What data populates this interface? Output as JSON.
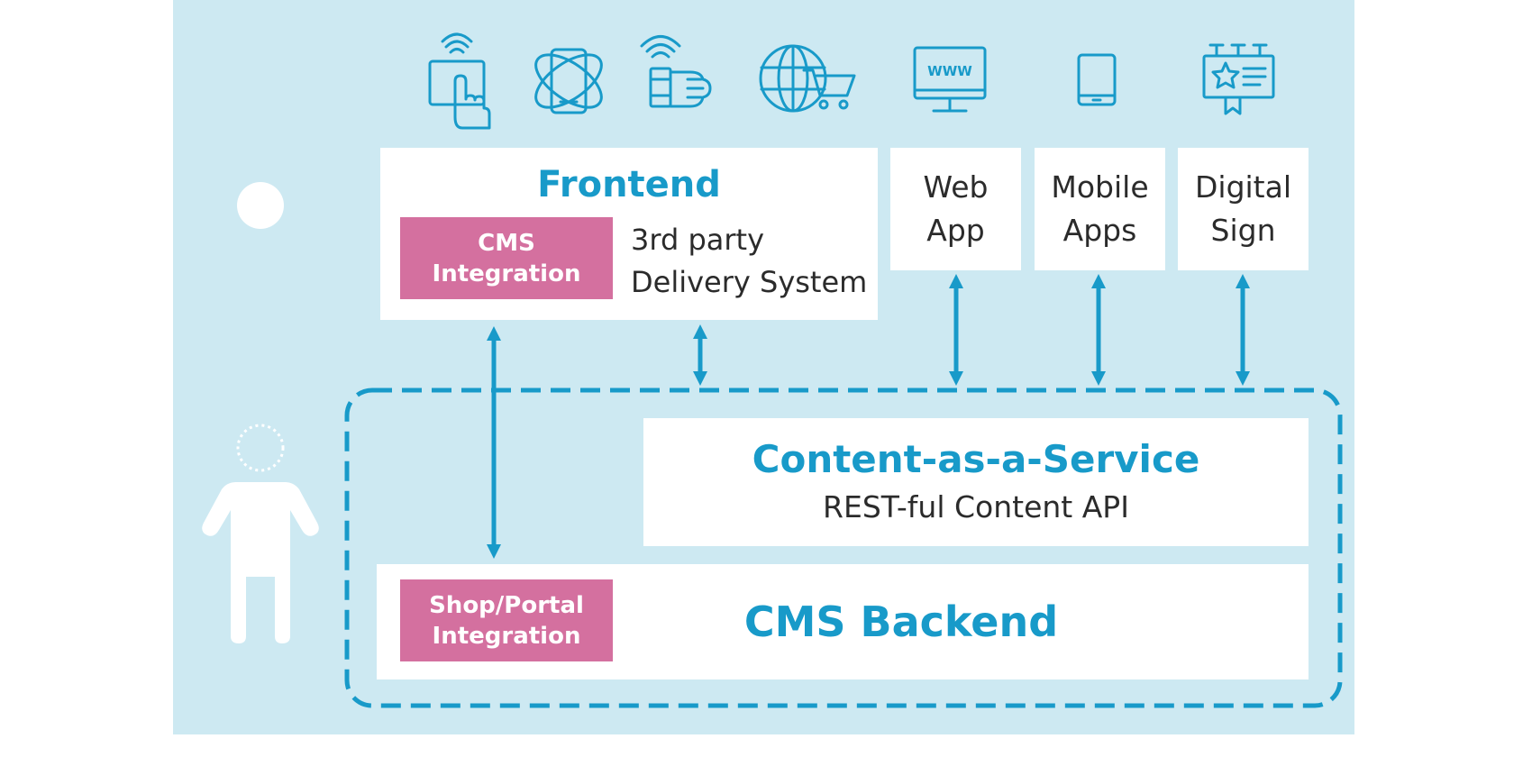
{
  "colors": {
    "background": "#cde9f2",
    "accent": "#189ac9",
    "pink": "#d4709f",
    "box": "#ffffff",
    "text": "#2b2b2b"
  },
  "icons": [
    "touchscreen-wifi-icon",
    "mobile-orbit-icon",
    "smartwatch-wifi-icon",
    "globe-cart-icon",
    "web-monitor-icon",
    "tablet-icon",
    "billboard-icon"
  ],
  "monitor_label": "WWW",
  "frontend": {
    "title": "Frontend",
    "cms_integration": [
      "CMS",
      "Integration"
    ],
    "third_party": [
      "3rd party",
      "Delivery System"
    ]
  },
  "channels": [
    {
      "line1": "Web",
      "line2": "App"
    },
    {
      "line1": "Mobile",
      "line2": "Apps"
    },
    {
      "line1": "Digital",
      "line2": "Sign"
    }
  ],
  "caas": {
    "title": "Content-as-a-Service",
    "subtitle": "REST-ful Content API"
  },
  "backend": {
    "title": "CMS Backend",
    "shop_integration": [
      "Shop/Portal",
      "Integration"
    ]
  }
}
